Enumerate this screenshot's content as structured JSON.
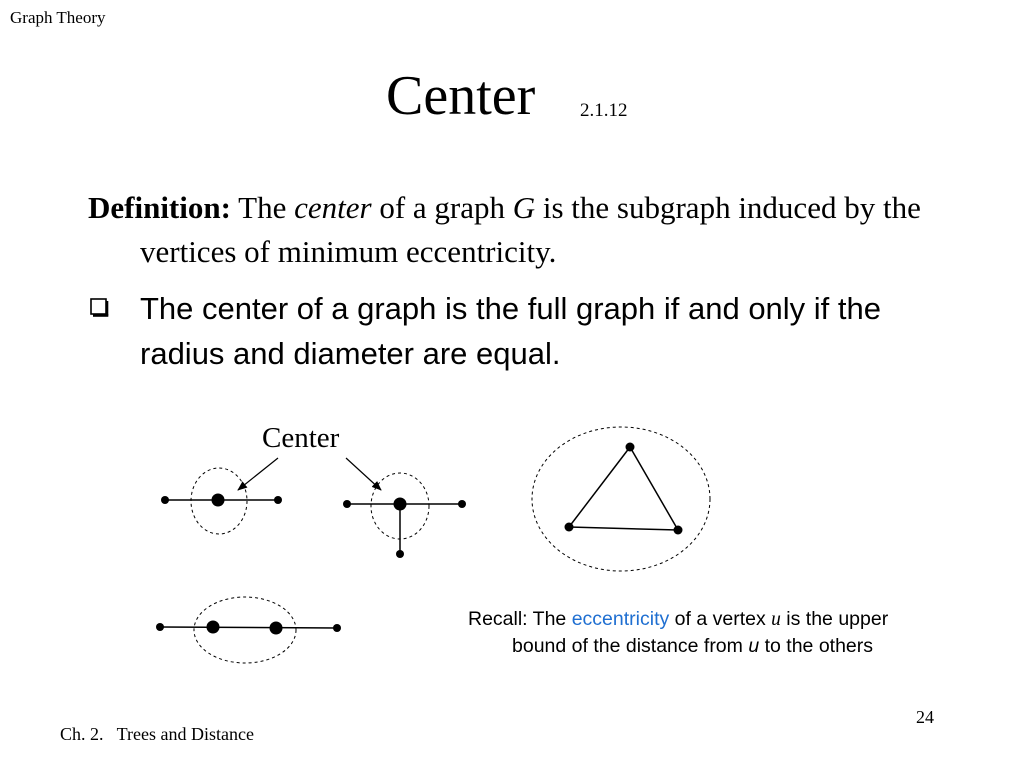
{
  "header": {
    "course": "Graph Theory"
  },
  "slide": {
    "title": "Center",
    "section": "2.1.12",
    "definition": {
      "label": "Definition:",
      "t1": "The",
      "term": "center",
      "t2": "of a graph",
      "var": "G",
      "t3": "is the subgraph induced by the vertices of minimum eccentricity."
    },
    "bullet": "The center of a graph is the full graph if and only if the radius and diameter are equal.",
    "diagram": {
      "center_label": "Center"
    },
    "recall": {
      "prefix": "Recall: The",
      "highlight": "eccentricity",
      "mid": "of a vertex",
      "var": "u",
      "after": "is the upper bound of the distance from",
      "var2": "u",
      "end": "to the others"
    }
  },
  "footer": {
    "chapter": "Ch. 2.   Trees and Distance",
    "page": "24"
  },
  "colors": {
    "highlight": "#1f6fd1"
  }
}
